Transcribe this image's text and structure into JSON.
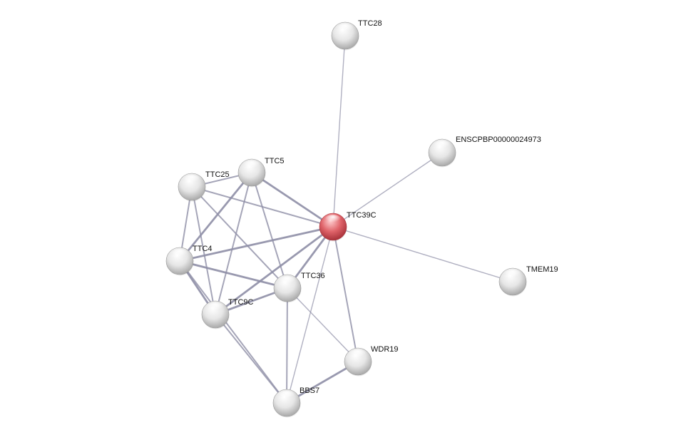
{
  "network": {
    "nodes": [
      {
        "id": "TTC39C",
        "label": "TTC39C",
        "query": true
      },
      {
        "id": "TTC28",
        "label": "TTC28",
        "query": false
      },
      {
        "id": "ENSCPBP00000024973",
        "label": "ENSCPBP00000024973",
        "query": false
      },
      {
        "id": "TTC5",
        "label": "TTC5",
        "query": false
      },
      {
        "id": "TTC25",
        "label": "TTC25",
        "query": false
      },
      {
        "id": "TTC4",
        "label": "TTC4",
        "query": false
      },
      {
        "id": "TTC36",
        "label": "TTC36",
        "query": false
      },
      {
        "id": "TTC9C",
        "label": "TTC9C",
        "query": false
      },
      {
        "id": "TMEM19",
        "label": "TMEM19",
        "query": false
      },
      {
        "id": "WDR19",
        "label": "WDR19",
        "query": false
      },
      {
        "id": "BBS7",
        "label": "BBS7",
        "query": false
      }
    ],
    "edges": [
      {
        "source": "TTC39C",
        "target": "TTC28",
        "strength": "weak"
      },
      {
        "source": "TTC39C",
        "target": "ENSCPBP00000024973",
        "strength": "weak"
      },
      {
        "source": "TTC39C",
        "target": "TMEM19",
        "strength": "weak"
      },
      {
        "source": "TTC39C",
        "target": "TTC5",
        "strength": "strong"
      },
      {
        "source": "TTC39C",
        "target": "TTC25",
        "strength": "medium"
      },
      {
        "source": "TTC39C",
        "target": "TTC4",
        "strength": "strong"
      },
      {
        "source": "TTC39C",
        "target": "TTC36",
        "strength": "strong"
      },
      {
        "source": "TTC39C",
        "target": "TTC9C",
        "strength": "strong"
      },
      {
        "source": "TTC39C",
        "target": "WDR19",
        "strength": "medium"
      },
      {
        "source": "TTC39C",
        "target": "BBS7",
        "strength": "weak"
      },
      {
        "source": "TTC25",
        "target": "TTC5",
        "strength": "medium"
      },
      {
        "source": "TTC25",
        "target": "TTC4",
        "strength": "medium"
      },
      {
        "source": "TTC25",
        "target": "TTC36",
        "strength": "medium"
      },
      {
        "source": "TTC25",
        "target": "TTC9C",
        "strength": "medium"
      },
      {
        "source": "TTC5",
        "target": "TTC4",
        "strength": "strong"
      },
      {
        "source": "TTC5",
        "target": "TTC36",
        "strength": "medium"
      },
      {
        "source": "TTC5",
        "target": "TTC9C",
        "strength": "medium"
      },
      {
        "source": "TTC4",
        "target": "TTC36",
        "strength": "strong"
      },
      {
        "source": "TTC4",
        "target": "TTC9C",
        "strength": "strong"
      },
      {
        "source": "TTC4",
        "target": "BBS7",
        "strength": "medium"
      },
      {
        "source": "TTC36",
        "target": "TTC9C",
        "strength": "strong"
      },
      {
        "source": "TTC36",
        "target": "BBS7",
        "strength": "medium"
      },
      {
        "source": "TTC36",
        "target": "WDR19",
        "strength": "weak"
      },
      {
        "source": "TTC9C",
        "target": "BBS7",
        "strength": "medium"
      },
      {
        "source": "WDR19",
        "target": "BBS7",
        "strength": "strong"
      }
    ],
    "colors": {
      "query_node": "#d9525a",
      "other_node": "#d8d8d8",
      "edge": "#8e8ea6",
      "label": "#111111"
    }
  }
}
